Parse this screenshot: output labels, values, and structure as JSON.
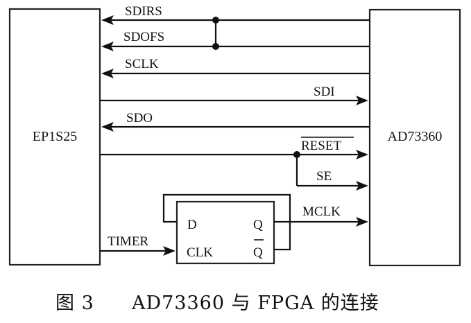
{
  "diagram": {
    "left_block": {
      "label": "EP1S25"
    },
    "right_block": {
      "label": "AD73360"
    },
    "signals": [
      {
        "name": "SDIRS",
        "direction": "AD73360 -> EP1S25"
      },
      {
        "name": "SDOFS",
        "direction": "AD73360 -> EP1S25"
      },
      {
        "name": "SCLK",
        "direction": "AD73360 -> EP1S25"
      },
      {
        "name": "SDI",
        "direction": "EP1S25 -> AD73360"
      },
      {
        "name": "SDO",
        "direction": "AD73360 -> EP1S25"
      },
      {
        "name": "RESET",
        "direction": "EP1S25 -> AD73360",
        "active_low": true
      },
      {
        "name": "SE",
        "direction": "EP1S25 -> AD73360"
      },
      {
        "name": "MCLK",
        "direction": "flip-flop Q -> AD73360"
      },
      {
        "name": "TIMER",
        "direction": "EP1S25 -> flip-flop CLK"
      }
    ],
    "flip_flop": {
      "pin_d": "D",
      "pin_clk": "CLK",
      "pin_q": "Q",
      "pin_qbar": "Q"
    },
    "junctions": [
      "SDIRS-SDOFS tie",
      "RESET-SE tie"
    ]
  },
  "caption": {
    "figure": "图 3",
    "text": "AD73360 与 FPGA 的连接"
  }
}
